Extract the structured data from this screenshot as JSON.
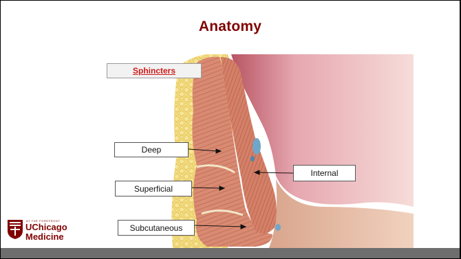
{
  "slide": {
    "title": "Anatomy",
    "labels": {
      "sphincters": "Sphincters",
      "deep": "Deep",
      "superficial": "Superficial",
      "subcutaneous": "Subcutaneous",
      "internal": "Internal"
    }
  },
  "logo": {
    "tagline": "AT THE FOREFRONT",
    "line1": "UChicago",
    "line2": "Medicine"
  },
  "colors": {
    "title": "#800000",
    "sphincters_label": "#cc1a1a",
    "footer_bar": "#6e6e6e",
    "muscle": "#d9866f",
    "fat": "#f2d77a",
    "mucosa": "#c98a98"
  }
}
